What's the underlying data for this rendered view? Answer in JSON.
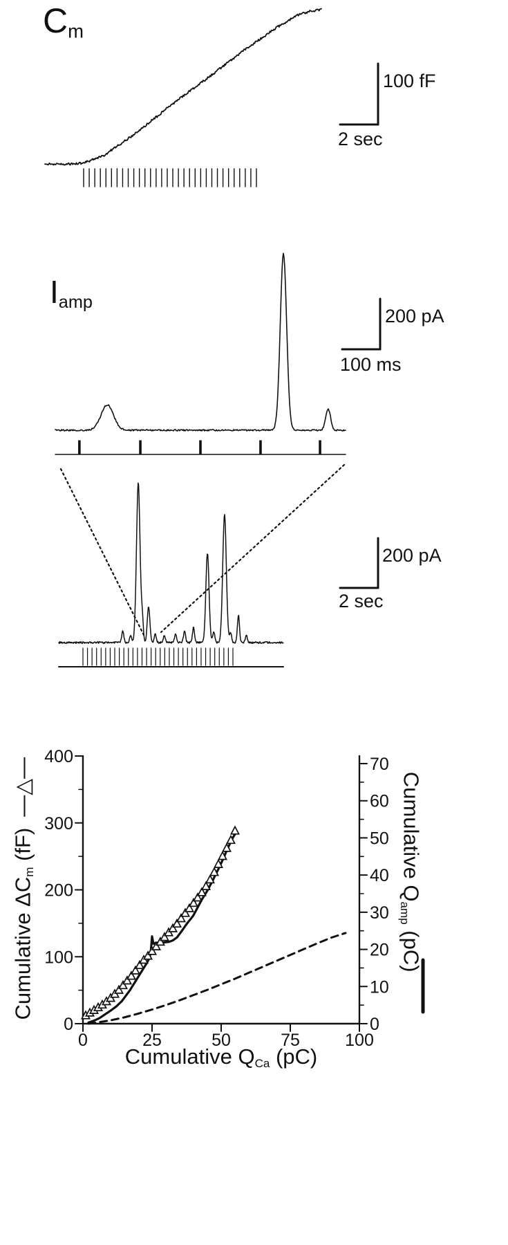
{
  "panel_cm": {
    "trace_label": {
      "main": "C",
      "sub": "m"
    },
    "scale_bar": {
      "vertical": "100 fF",
      "horizontal": "2 sec"
    }
  },
  "panel_iamp": {
    "trace_label": {
      "main": "I",
      "sub": "amp"
    },
    "scale_bar_expanded": {
      "vertical": "200 pA",
      "horizontal": "100 ms"
    },
    "scale_bar_compressed": {
      "vertical": "200 pA",
      "horizontal": "2 sec"
    }
  },
  "bottom_chart_labels": {
    "xlabel_pre": "Cumulative Q",
    "xlabel_sub": "Ca",
    "xlabel_post": " (pC)",
    "ylabel_left_pre": "Cumulative ΔC",
    "ylabel_left_sub": "m",
    "ylabel_left_post": " (fF)",
    "ylabel_left_legend": "—△—",
    "ylabel_right_pre": "Cumulative Q",
    "ylabel_right_sub": "amp",
    "ylabel_right_post": " (pC)"
  },
  "chart_data": [
    {
      "id": "cm_trace",
      "type": "line",
      "title": "Membrane capacitance (Cm) rise during depolarizing train",
      "scale_bar": {
        "vertical": "100 fF",
        "horizontal": "2 sec"
      },
      "approx_total_rise_fF": 300,
      "points_norm": [
        [
          0,
          0.004
        ],
        [
          0.06,
          0.002
        ],
        [
          0.1,
          0.005
        ],
        [
          0.1375,
          0.009
        ],
        [
          0.2125,
          0.058
        ],
        [
          0.3375,
          0.214
        ],
        [
          0.4625,
          0.393
        ],
        [
          0.5875,
          0.558
        ],
        [
          0.7125,
          0.728
        ],
        [
          0.8375,
          0.884
        ],
        [
          0.9125,
          0.964
        ],
        [
          0.9625,
          0.991
        ],
        [
          1,
          1
        ]
      ],
      "stimulus_tick_count": 32
    },
    {
      "id": "iamp_expanded",
      "type": "line",
      "title": "Amperometric current (Iamp), expanded time scale",
      "scale_bar": {
        "vertical": "200 pA",
        "horizontal": "100 ms"
      },
      "events": [
        {
          "t_norm": 0.179,
          "amplitude_pA": 100,
          "width": "broad"
        },
        {
          "t_norm": 0.786,
          "amplitude_pA": 700,
          "width": "sharp"
        },
        {
          "t_norm": 0.94,
          "amplitude_pA": 85,
          "width": "sharp"
        }
      ],
      "stimulus_pulse_positions_norm": [
        0.083,
        0.293,
        0.5,
        0.707,
        0.912
      ]
    },
    {
      "id": "iamp_compressed",
      "type": "line",
      "title": "Amperometric current (Iamp), full train",
      "scale_bar": {
        "vertical": "200 pA",
        "horizontal": "2 sec"
      },
      "spikes": [
        [
          0.285,
          45
        ],
        [
          0.32,
          28
        ],
        [
          0.354,
          640
        ],
        [
          0.372,
          85
        ],
        [
          0.4,
          145
        ],
        [
          0.43,
          33
        ],
        [
          0.47,
          28
        ],
        [
          0.52,
          33
        ],
        [
          0.56,
          45
        ],
        [
          0.6,
          60
        ],
        [
          0.662,
          360
        ],
        [
          0.69,
          45
        ],
        [
          0.738,
          515
        ],
        [
          0.765,
          40
        ],
        [
          0.8,
          110
        ],
        [
          0.835,
          28
        ]
      ],
      "stimulus_tick_count": 34
    },
    {
      "id": "cumulative_plot",
      "type": "scatter",
      "title": "Cumulative ΔCm and cumulative Qamp versus cumulative QCa",
      "grid": false,
      "x": {
        "label": "Cumulative QCa (pC)",
        "lim": [
          0,
          100
        ],
        "ticks": [
          0,
          25,
          50,
          75,
          100
        ]
      },
      "y_left": {
        "label": "Cumulative ΔCm (fF)",
        "lim": [
          0,
          400
        ],
        "ticks": [
          0,
          100,
          200,
          300,
          400
        ]
      },
      "y_right": {
        "label": "Cumulative Qamp (pC)",
        "lim": [
          0,
          70
        ],
        "ticks": [
          0,
          10,
          20,
          30,
          40,
          50,
          60,
          70
        ]
      },
      "series": [
        {
          "name": "Cumulative ΔCm",
          "axis": "left",
          "marker": "open-triangle",
          "line": "none",
          "points": [
            [
              1,
              12
            ],
            [
              2.5,
              16
            ],
            [
              4,
              20
            ],
            [
              5.5,
              24
            ],
            [
              7,
              28
            ],
            [
              8.5,
              33
            ],
            [
              10,
              38
            ],
            [
              11.5,
              44
            ],
            [
              13,
              50
            ],
            [
              14.5,
              57
            ],
            [
              16,
              64
            ],
            [
              17.5,
              71
            ],
            [
              19,
              79
            ],
            [
              20.5,
              87
            ],
            [
              22,
              95
            ],
            [
              23.5,
              101
            ],
            [
              25,
              108
            ],
            [
              26.5,
              115
            ],
            [
              28,
              122
            ],
            [
              29.5,
              129
            ],
            [
              31,
              136
            ],
            [
              32.5,
              142
            ],
            [
              34,
              149
            ],
            [
              35.5,
              157
            ],
            [
              37,
              165
            ],
            [
              38.5,
              172
            ],
            [
              40,
              180
            ],
            [
              41.5,
              188
            ],
            [
              43,
              196
            ],
            [
              44.5,
              205
            ],
            [
              46,
              215
            ],
            [
              47.5,
              226
            ],
            [
              49,
              238
            ],
            [
              50.5,
              250
            ],
            [
              52,
              262
            ],
            [
              53.5,
              274
            ],
            [
              55,
              288
            ]
          ]
        },
        {
          "name": "Cumulative Qamp",
          "axis": "right",
          "marker": "none",
          "line": "solid",
          "points": [
            [
              2,
              0.3
            ],
            [
              4,
              0.8
            ],
            [
              6,
              1.5
            ],
            [
              8,
              2.5
            ],
            [
              10,
              3.5
            ],
            [
              12,
              4.6
            ],
            [
              14,
              6
            ],
            [
              15,
              7
            ],
            [
              16,
              8
            ],
            [
              17,
              9
            ],
            [
              18,
              10.2
            ],
            [
              19,
              11.4
            ],
            [
              20,
              12.6
            ],
            [
              21,
              13.8
            ],
            [
              22,
              15
            ],
            [
              23,
              16.2
            ],
            [
              24,
              17.6
            ],
            [
              24.5,
              19
            ],
            [
              25,
              23.5
            ],
            [
              25.5,
              21.5
            ],
            [
              26.5,
              21.8
            ],
            [
              28,
              21.7
            ],
            [
              29.5,
              21.9
            ],
            [
              31,
              22
            ],
            [
              32.5,
              22.4
            ],
            [
              34,
              23.2
            ],
            [
              35,
              24.2
            ],
            [
              36,
              25.2
            ],
            [
              37,
              26.3
            ],
            [
              38,
              27.3
            ],
            [
              39,
              28.2
            ],
            [
              40,
              29.2
            ],
            [
              41,
              30.6
            ],
            [
              42,
              32
            ],
            [
              43,
              33.4
            ],
            [
              44,
              34.6
            ],
            [
              45,
              35.8
            ],
            [
              46,
              37.2
            ],
            [
              47,
              38.6
            ],
            [
              48,
              40.2
            ],
            [
              49,
              41.6
            ],
            [
              50,
              43.2
            ],
            [
              51,
              44.8
            ],
            [
              52,
              46.6
            ],
            [
              53,
              48.2
            ],
            [
              54,
              49.8
            ],
            [
              55,
              51
            ]
          ]
        },
        {
          "name": "Dashed reference curve",
          "axis": "right",
          "marker": "none",
          "line": "dashed",
          "points": [
            [
              2,
              0
            ],
            [
              5,
              0.3
            ],
            [
              10,
              0.9
            ],
            [
              15,
              1.7
            ],
            [
              20,
              2.7
            ],
            [
              25,
              3.8
            ],
            [
              30,
              5
            ],
            [
              35,
              6.3
            ],
            [
              40,
              7.7
            ],
            [
              45,
              9.1
            ],
            [
              50,
              10.6
            ],
            [
              55,
              12.1
            ],
            [
              60,
              13.7
            ],
            [
              65,
              15.3
            ],
            [
              70,
              16.9
            ],
            [
              75,
              18.5
            ],
            [
              80,
              20.1
            ],
            [
              85,
              21.7
            ],
            [
              90,
              23.2
            ],
            [
              95,
              24.4
            ]
          ]
        }
      ]
    }
  ]
}
